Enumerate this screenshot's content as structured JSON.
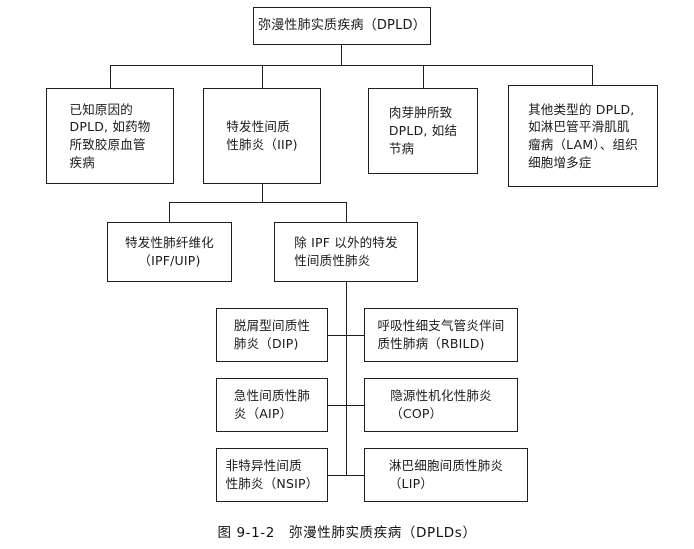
{
  "figure": {
    "caption_number": "图 9-1-2",
    "caption_title": "弥漫性肺实质疾病（DPLDs）",
    "caption_full": "图 9-1-2　弥漫性肺实质疾病（DPLDs）"
  },
  "nodes": {
    "root": {
      "label": "弥漫性肺实质疾病（DPLD）"
    },
    "known_cause": {
      "label": "已知原因的\nDPLD, 如药物\n所致胶原血管\n疾病"
    },
    "iip": {
      "label": "特发性间质\n性肺炎（IIP)"
    },
    "granuloma": {
      "label": "肉芽肿所致\nDPLD, 如结\n节病"
    },
    "other_types": {
      "label": "其他类型的 DPLD,\n如淋巴管平滑肌肌\n瘤病（LAM）、组织\n细胞增多症"
    },
    "ipf_uip": {
      "label": "特发性肺纤维化\n（IPF/UIP)"
    },
    "non_ipf": {
      "label": "除 IPF 以外的特发\n性间质性肺炎"
    },
    "dip": {
      "label": "脱屑型间质性\n肺炎（DIP)"
    },
    "rbild": {
      "label": "呼吸性细支气管炎伴间\n质性肺病（RBILD)"
    },
    "aip": {
      "label": "急性间质性肺\n炎（AIP）"
    },
    "cop": {
      "label": "隐源性机化性肺炎\n（COP）"
    },
    "nsip": {
      "label": "非特异性间质\n性肺炎（NSIP）"
    },
    "lip": {
      "label": "淋巴细胞间质性肺炎\n（LIP）"
    }
  },
  "colors": {
    "ink": "#1f1f1f",
    "background": "#ffffff"
  }
}
